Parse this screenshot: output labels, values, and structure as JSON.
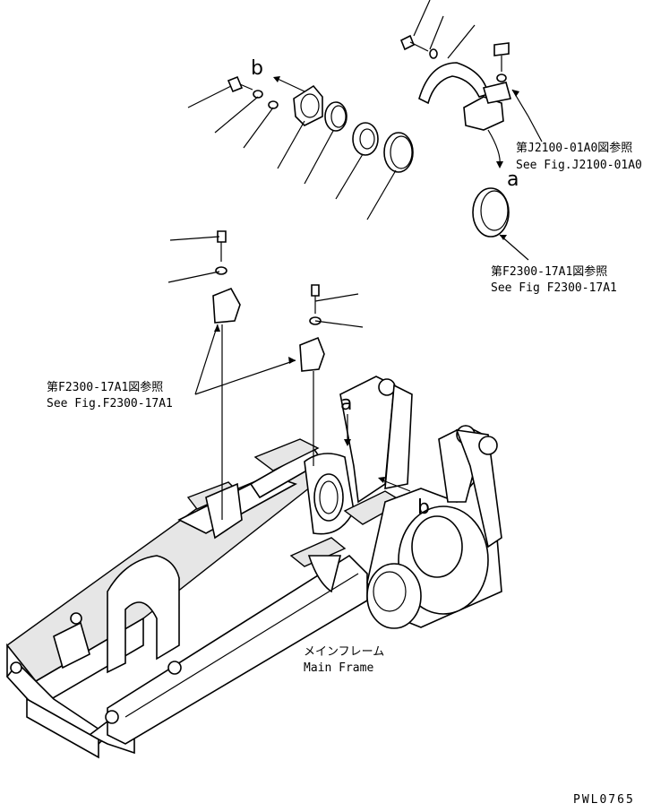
{
  "callouts": {
    "j2100": {
      "jp": "第J2100-01A0図参照",
      "en": "See Fig.J2100-01A0"
    },
    "f2300_top": {
      "jp": "第F2300-17A1図参照",
      "en": "See Fig F2300-17A1"
    },
    "f2300_left": {
      "jp": "第F2300-17A1図参照",
      "en": "See Fig.F2300-17A1"
    }
  },
  "markers": {
    "a_top": "a",
    "b_top": "b",
    "a_frame": "a",
    "b_frame": "b"
  },
  "main_frame": {
    "jp": "メインフレーム",
    "en": "Main Frame"
  },
  "drawing_code": "PWL0765"
}
